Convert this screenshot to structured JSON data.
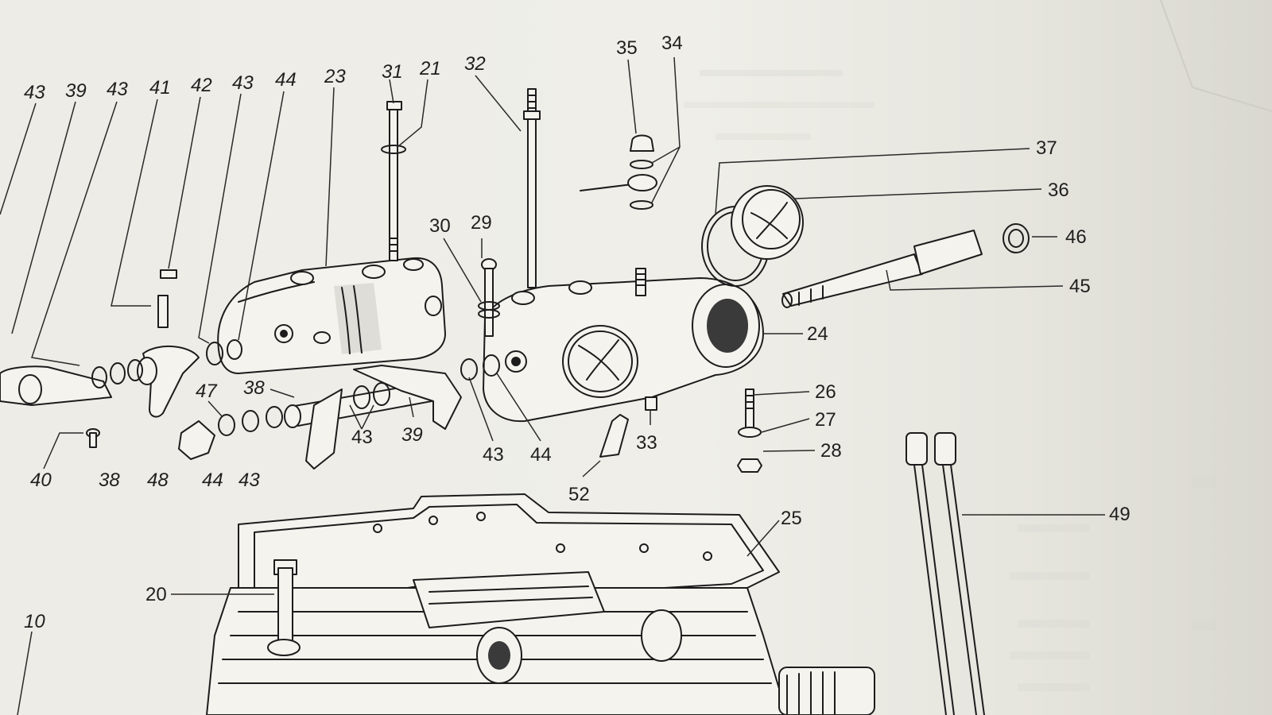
{
  "colors": {
    "paper": "#edece6",
    "ink": "#1c1c1c",
    "bleed": "#d8d7d0"
  },
  "callouts": [
    {
      "id": "43a",
      "text": "43"
    },
    {
      "id": "39a",
      "text": "39"
    },
    {
      "id": "43b",
      "text": "43"
    },
    {
      "id": "41",
      "text": "41"
    },
    {
      "id": "42",
      "text": "42"
    },
    {
      "id": "43c",
      "text": "43"
    },
    {
      "id": "44a",
      "text": "44"
    },
    {
      "id": "23",
      "text": "23"
    },
    {
      "id": "31",
      "text": "31"
    },
    {
      "id": "21",
      "text": "21"
    },
    {
      "id": "32",
      "text": "32"
    },
    {
      "id": "35",
      "text": "35"
    },
    {
      "id": "34",
      "text": "34"
    },
    {
      "id": "37",
      "text": "37"
    },
    {
      "id": "36",
      "text": "36"
    },
    {
      "id": "46",
      "text": "46"
    },
    {
      "id": "45",
      "text": "45"
    },
    {
      "id": "30",
      "text": "30"
    },
    {
      "id": "29",
      "text": "29"
    },
    {
      "id": "24",
      "text": "24"
    },
    {
      "id": "26",
      "text": "26"
    },
    {
      "id": "27",
      "text": "27"
    },
    {
      "id": "28",
      "text": "28"
    },
    {
      "id": "47",
      "text": "47"
    },
    {
      "id": "38a",
      "text": "38"
    },
    {
      "id": "39b",
      "text": "39"
    },
    {
      "id": "43d",
      "text": "43"
    },
    {
      "id": "43e",
      "text": "43"
    },
    {
      "id": "44b",
      "text": "44"
    },
    {
      "id": "33",
      "text": "33"
    },
    {
      "id": "52",
      "text": "52"
    },
    {
      "id": "40",
      "text": "40"
    },
    {
      "id": "38b",
      "text": "38"
    },
    {
      "id": "48",
      "text": "48"
    },
    {
      "id": "44c",
      "text": "44"
    },
    {
      "id": "43f",
      "text": "43"
    },
    {
      "id": "25",
      "text": "25"
    },
    {
      "id": "49",
      "text": "49"
    },
    {
      "id": "20",
      "text": "20"
    },
    {
      "id": "10",
      "text": "10"
    }
  ]
}
